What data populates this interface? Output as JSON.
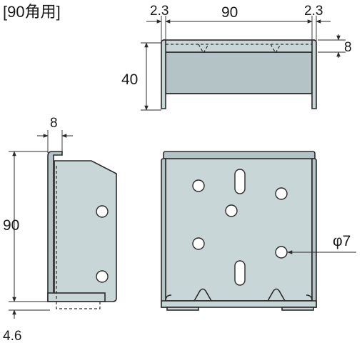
{
  "title": "[90角用]",
  "top_view": {
    "dim_flange_left": "2.3",
    "dim_width": "90",
    "dim_flange_right": "2.3",
    "dim_lip": "8",
    "dim_height": "40"
  },
  "side_view": {
    "dim_lip": "8",
    "dim_height": "90",
    "dim_bottom": "4.6"
  },
  "front_view": {
    "hole_callout": "φ7"
  }
}
